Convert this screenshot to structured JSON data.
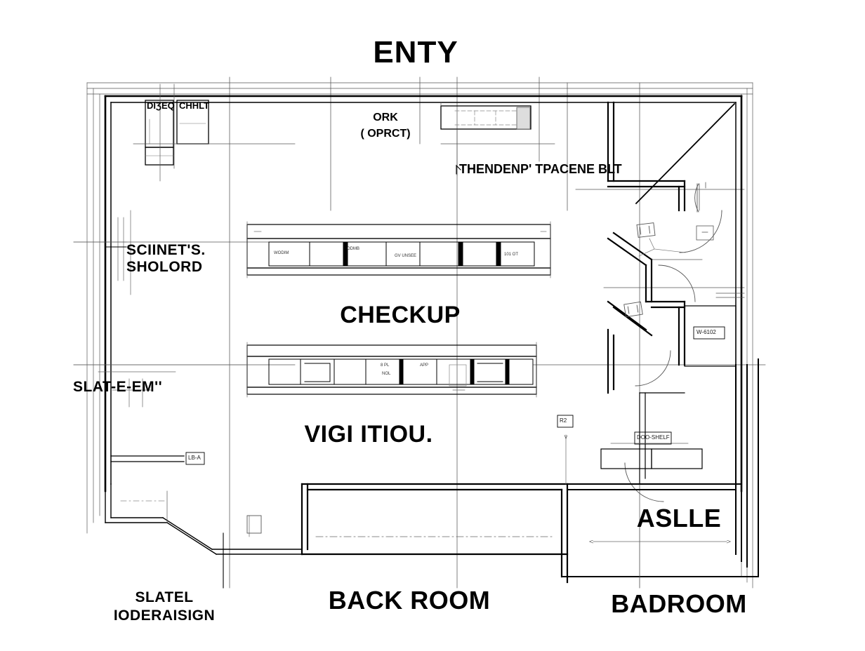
{
  "document": {
    "type": "architectural-floor-plan",
    "title": "ENTY",
    "line_color": "#000000",
    "background_color": "#ffffff"
  },
  "labels": {
    "title": "ENTY",
    "entry_top": "ENTY",
    "checkup": "CHECKUP",
    "vigi_itiou": "VIGI ITIOU.",
    "back_room": "BACK ROOM",
    "badroom": "BADROOM",
    "aslle": "ASLLE",
    "ork": "ORK",
    "ork_sub": "( OPRCT)",
    "thendenp": "THENDENP' TPACENE BLT",
    "sciinets_line1": "SCIINET'S.",
    "sciinets_line2": "SHOLORD",
    "slat_eem": "SLAT-E-EM''",
    "slatel_line1": "SLATEL",
    "slatel_line2": "IODERAISIGN",
    "box_dixeq": "DIƷEQ",
    "box_chhlt": "CHHLT"
  },
  "tags": {
    "left_wall_tag": "LB-A",
    "mid_right_tag": "R2",
    "shelf_tag": "DOO-SHELF",
    "bath_tag": "W-6102"
  },
  "counters": {
    "upper": {
      "name": "checkup-counter-upper",
      "segment_labels": [
        "WODIM",
        "ODMB",
        "GV UNSEE",
        "101 OT"
      ]
    },
    "lower": {
      "name": "checkup-counter-lower",
      "segment_labels": [
        "8 PL",
        "NOL",
        "APP"
      ]
    }
  },
  "fixtures": {
    "top_counter": "top-service-counter",
    "shelf_unit": "back-shelf-unit",
    "sink_upper": "sink-fixture-upper",
    "sink_lower": "sink-fixture-lower",
    "wc_box": "wc-fixture"
  },
  "dimensions": {
    "aslle_span": "",
    "badroom_leader": ""
  }
}
